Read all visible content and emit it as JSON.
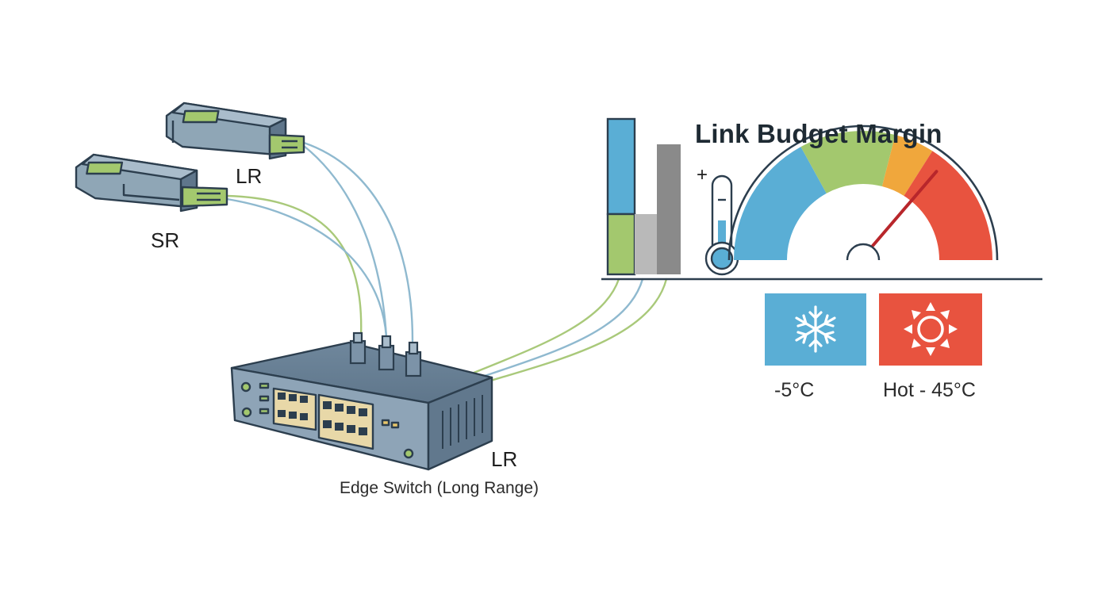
{
  "labels": {
    "module_lr": "LR",
    "module_sr": "SR",
    "switch_lr": "LR",
    "switch_caption": "Edge Switch (Long Range)",
    "budget_title": "Link Budget Margin",
    "plus_sign": "+",
    "minus_sign": "−",
    "cold_label": "-5°C",
    "hot_label": "Hot - 45°C"
  },
  "colors": {
    "fiber_blue": "#8fb9cf",
    "fiber_green": "#a9c97a",
    "module_body": "#8fa6b6",
    "switch_body": "#7c93a8",
    "bar_blue": "#5aaed5",
    "bar_green": "#a3c86e",
    "bar_gray_light": "#b9b9b9",
    "bar_gray_dark": "#8a8a8a",
    "gauge_blue": "#5aaed5",
    "gauge_green": "#a3c86e",
    "gauge_orange": "#f0a73c",
    "gauge_red": "#e8533f",
    "cold_tile": "#5aaed5",
    "hot_tile": "#e8533f"
  },
  "gauge": {
    "segments": [
      {
        "color": "gauge_blue",
        "share": 0.34
      },
      {
        "color": "gauge_green",
        "share": 0.24
      },
      {
        "color": "gauge_orange",
        "share": 0.1
      },
      {
        "color": "gauge_red",
        "share": 0.32
      }
    ],
    "needle_fraction": 0.72
  },
  "icons": {
    "cold": "snowflake-icon",
    "hot": "sun-icon",
    "thermometer": "thermometer-icon"
  }
}
